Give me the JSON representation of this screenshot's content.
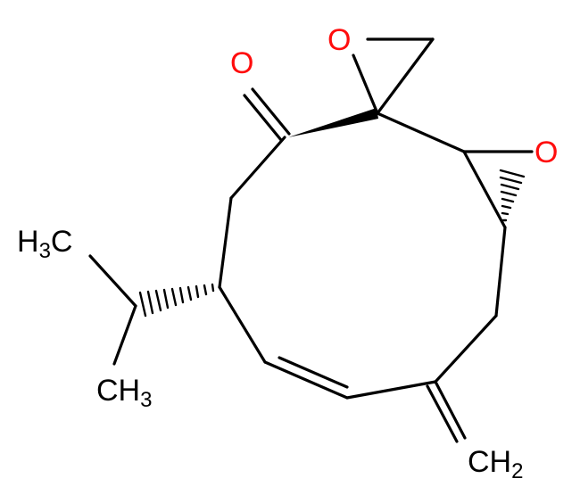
{
  "labels": {
    "ketone_o": "O",
    "spiro_epoxide_o": "O",
    "ring_epoxide_o": "O",
    "h3c": {
      "main": "H",
      "sub": "3",
      "tail": "C"
    },
    "ch3": {
      "main": "CH",
      "sub": "3"
    },
    "ch2": {
      "main": "CH",
      "sub": "2"
    }
  },
  "colors": {
    "bond": "#000000",
    "oxygen": "#ff0d0d",
    "carbon_label": "#000000",
    "background": "#ffffff"
  }
}
